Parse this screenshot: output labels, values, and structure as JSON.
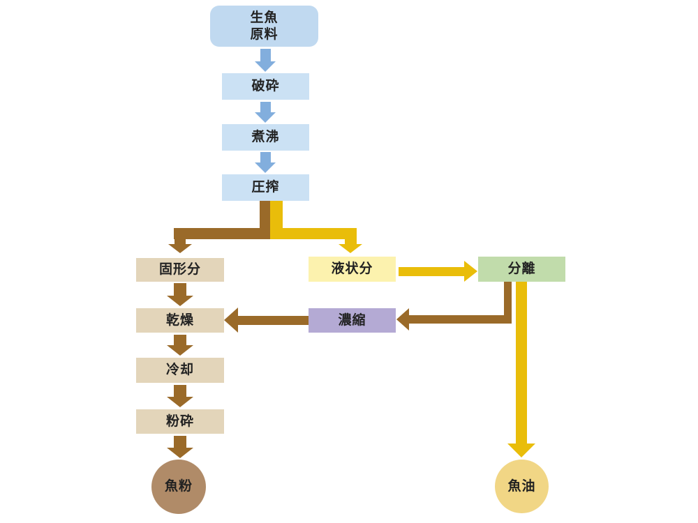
{
  "diagram": {
    "nodes": {
      "raw": {
        "line1": "生魚",
        "line2": "原料"
      },
      "crush": {
        "label": "破砕"
      },
      "boil": {
        "label": "煮沸"
      },
      "press": {
        "label": "圧搾"
      },
      "solid": {
        "label": "固形分"
      },
      "liquid": {
        "label": "液状分"
      },
      "separate": {
        "label": "分離"
      },
      "dry": {
        "label": "乾燥"
      },
      "concentrate": {
        "label": "濃縮"
      },
      "cool": {
        "label": "冷却"
      },
      "pulverize": {
        "label": "粉砕"
      },
      "fishmeal": {
        "label": "魚粉"
      },
      "fishoil": {
        "label": "魚油"
      }
    },
    "edges": [
      {
        "from": "raw",
        "to": "crush",
        "color": "blue"
      },
      {
        "from": "crush",
        "to": "boil",
        "color": "blue"
      },
      {
        "from": "boil",
        "to": "press",
        "color": "blue"
      },
      {
        "from": "press",
        "to": "solid",
        "color": "brown"
      },
      {
        "from": "press",
        "to": "liquid",
        "color": "yellow"
      },
      {
        "from": "liquid",
        "to": "separate",
        "color": "yellow"
      },
      {
        "from": "separate",
        "to": "concentrate",
        "color": "brown"
      },
      {
        "from": "concentrate",
        "to": "dry",
        "color": "brown"
      },
      {
        "from": "separate",
        "to": "fishoil",
        "color": "yellow"
      },
      {
        "from": "solid",
        "to": "dry",
        "color": "brown"
      },
      {
        "from": "dry",
        "to": "cool",
        "color": "brown"
      },
      {
        "from": "cool",
        "to": "pulverize",
        "color": "brown"
      },
      {
        "from": "pulverize",
        "to": "fishmeal",
        "color": "brown"
      }
    ],
    "colors": {
      "blue_rounded_box": "#c0d9f0",
      "blue_rect_box": "#cbe1f4",
      "blue_arrow": "#82aedd",
      "brown": "#9a6a29",
      "yellow": "#e9bd0a",
      "tan_box": "#e3d5ba",
      "pale_yellow_box": "#fcf2ae",
      "green_box": "#c1dcab",
      "purple_box": "#b4aad4",
      "brown_circle": "#b08b68",
      "yellow_circle": "#f1d685",
      "text": "#222222"
    }
  }
}
